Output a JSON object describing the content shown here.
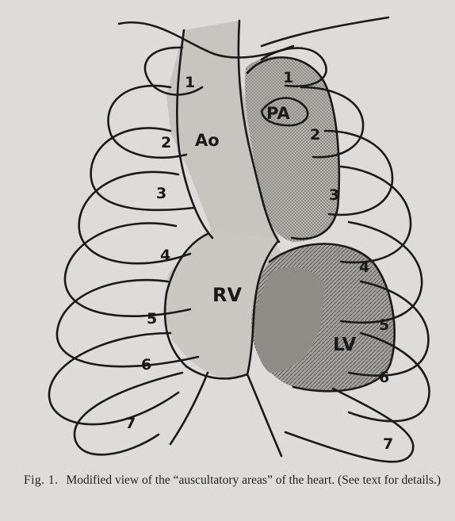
{
  "figure": {
    "chamber_labels": {
      "aorta": "Ao",
      "pulmonary_artery": "PA",
      "right_ventricle": "RV",
      "left_ventricle": "LV"
    },
    "rib_numbers_right": [
      "1",
      "2",
      "3",
      "4",
      "5",
      "6",
      "7"
    ],
    "rib_numbers_left": [
      "1",
      "2",
      "3",
      "4",
      "5",
      "6",
      "7"
    ],
    "caption": {
      "figure_number": "Fig. 1.",
      "text": "Modified view of the “auscultatory areas” of the heart.",
      "note": "(See text for details.)"
    },
    "colors": {
      "ink": "#1a1a1a",
      "paper": "#dddcd8",
      "light_area": "#c9c8c3",
      "medium_area": "#a9a8a3",
      "dark_area": "#8a8984"
    }
  }
}
